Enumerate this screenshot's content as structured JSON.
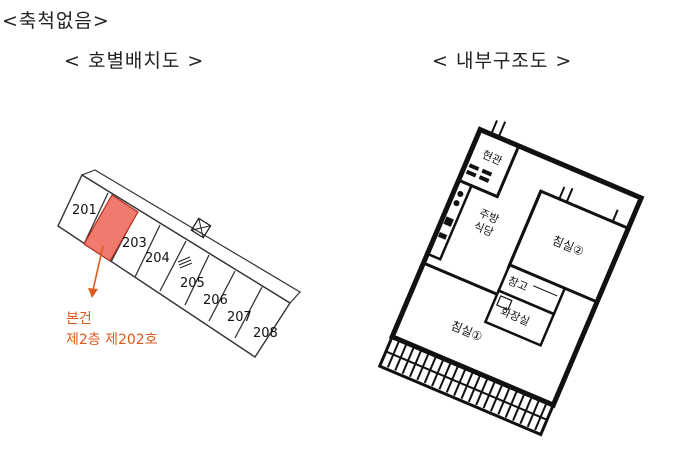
{
  "header": {
    "scale_note": "<축척없음>",
    "left_title": "< 호별배치도 >",
    "right_title": "< 내부구조도 >"
  },
  "layout_plan": {
    "units": [
      "201",
      "203",
      "204",
      "205",
      "206",
      "207",
      "208"
    ],
    "highlighted_unit_color": "#f07a6e",
    "callout_color": "#e05a1e",
    "callout_line1": "본건",
    "callout_line2": "제2층 제202호"
  },
  "floor_plan": {
    "rooms": {
      "entrance": "현관",
      "kitchen": "주방\n식당",
      "bedroom2": "침실②",
      "storage": "창고",
      "bathroom": "화장실",
      "bedroom1": "침실①"
    }
  }
}
